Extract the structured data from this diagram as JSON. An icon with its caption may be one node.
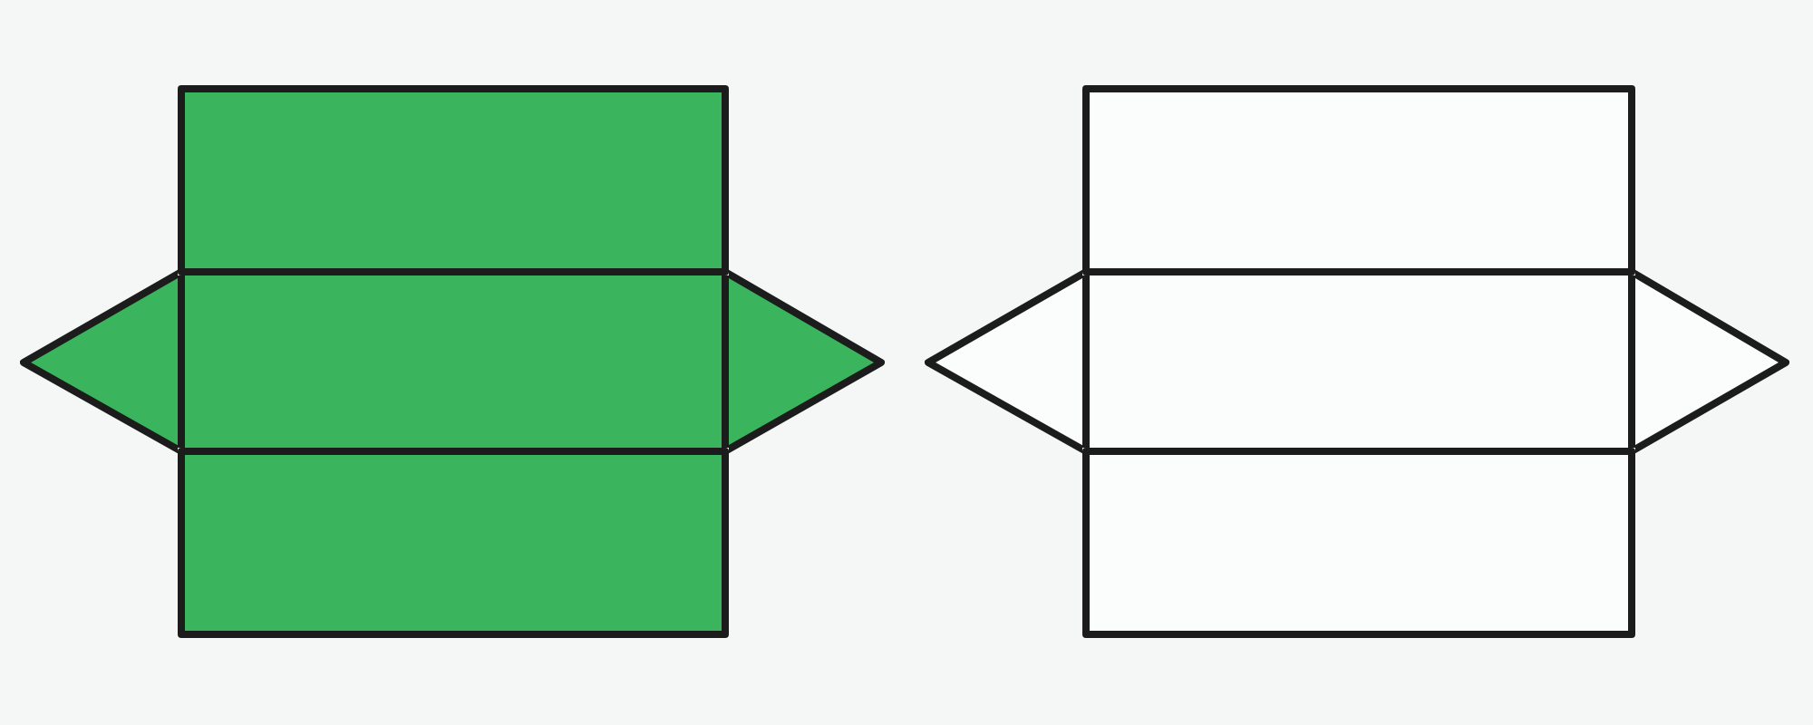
{
  "diagram": {
    "nodes": [
      {
        "text": [],
        "shape": "box"
      },
      {
        "text": [],
        "shape": "triangle"
      },
      {
        "text": [],
        "shape": "box"
      },
      {
        "text": [],
        "shape": "triangle"
      },
      {
        "text": [],
        "shape": "box"
      },
      {
        "text": [],
        "shape": "box"
      },
      {
        "text": [],
        "shape": "triangle"
      },
      {
        "text": [],
        "shape": "box"
      },
      {
        "text": [],
        "shape": "triangle"
      },
      {
        "text": [],
        "shape": "box"
      }
    ]
  }
}
